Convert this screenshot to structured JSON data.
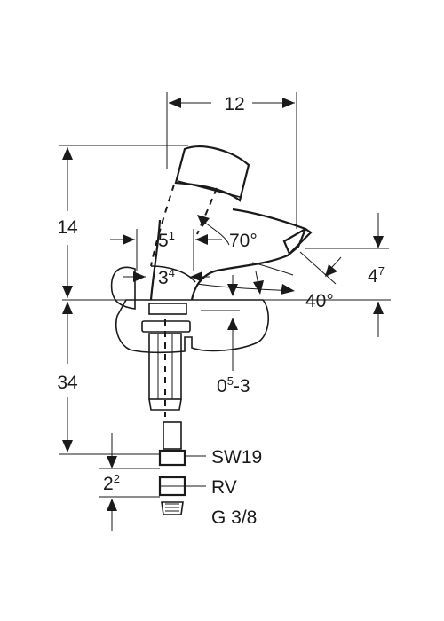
{
  "dimensions": {
    "top_width": "12",
    "height_upper": "14",
    "spout_offset": {
      "base": "5",
      "sup": "1"
    },
    "angle_lever": "70°",
    "base_offset": {
      "base": "3",
      "sup": "4"
    },
    "outlet_height": {
      "base": "4",
      "sup": "7"
    },
    "angle_spout": "40°",
    "height_lower": "34",
    "counter_thickness": {
      "base": "0",
      "sup": "5",
      "suffix": "-3"
    },
    "connector_offset": {
      "base": "2",
      "sup": "2"
    }
  },
  "callouts": {
    "wrench_size": "SW19",
    "valve": "RV",
    "thread": "G 3/8"
  }
}
